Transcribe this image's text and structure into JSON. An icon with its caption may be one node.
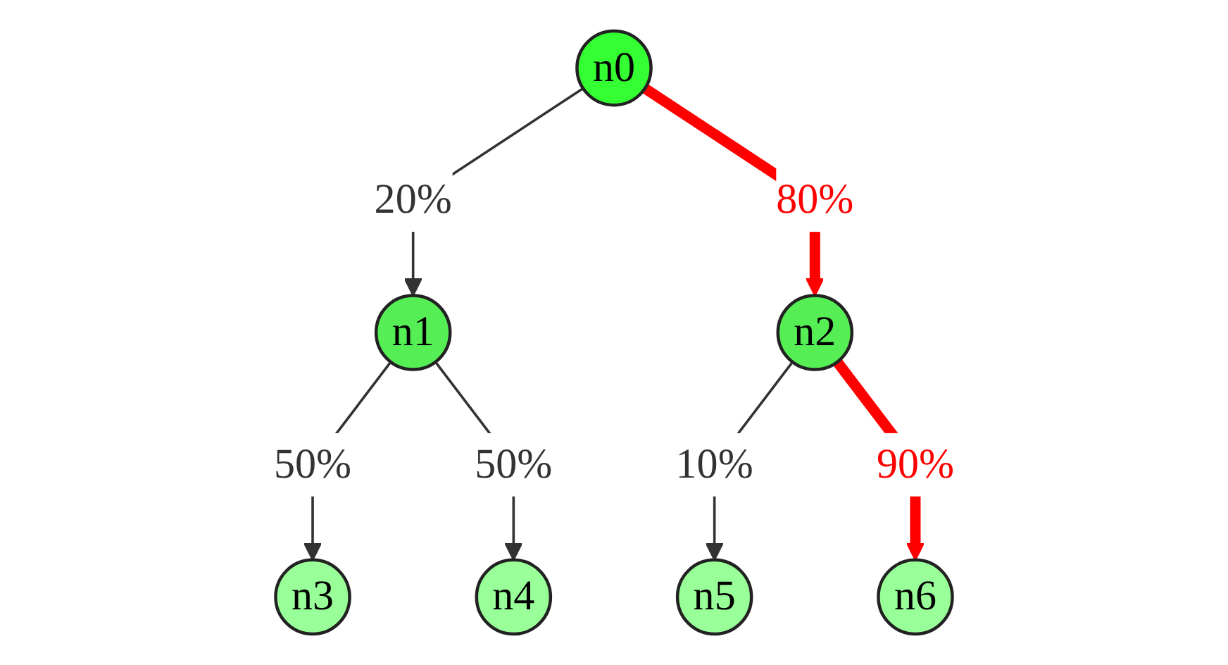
{
  "diagram": {
    "nodes": [
      {
        "text": [
          "n0"
        ]
      },
      {
        "text": [
          "n1"
        ]
      },
      {
        "text": [
          "n2"
        ]
      },
      {
        "text": [
          "n3"
        ]
      },
      {
        "text": [
          "n4"
        ]
      },
      {
        "text": [
          "n5"
        ]
      },
      {
        "text": [
          "n6"
        ]
      }
    ],
    "edges": [
      {
        "from": 0,
        "to": 1,
        "arrow": "to",
        "label": "20%"
      },
      {
        "from": 0,
        "to": 2,
        "arrow": "to",
        "label": "80%",
        "style": "thick",
        "color": "#ff0000"
      },
      {
        "from": 1,
        "to": 3,
        "arrow": "to",
        "label": "50%"
      },
      {
        "from": 1,
        "to": 4,
        "arrow": "to",
        "label": "50%"
      },
      {
        "from": 2,
        "to": 5,
        "arrow": "to",
        "label": "10%"
      },
      {
        "from": 2,
        "to": 6,
        "arrow": "to",
        "label": "90%",
        "style": "thick",
        "color": "#ff0000"
      }
    ]
  }
}
